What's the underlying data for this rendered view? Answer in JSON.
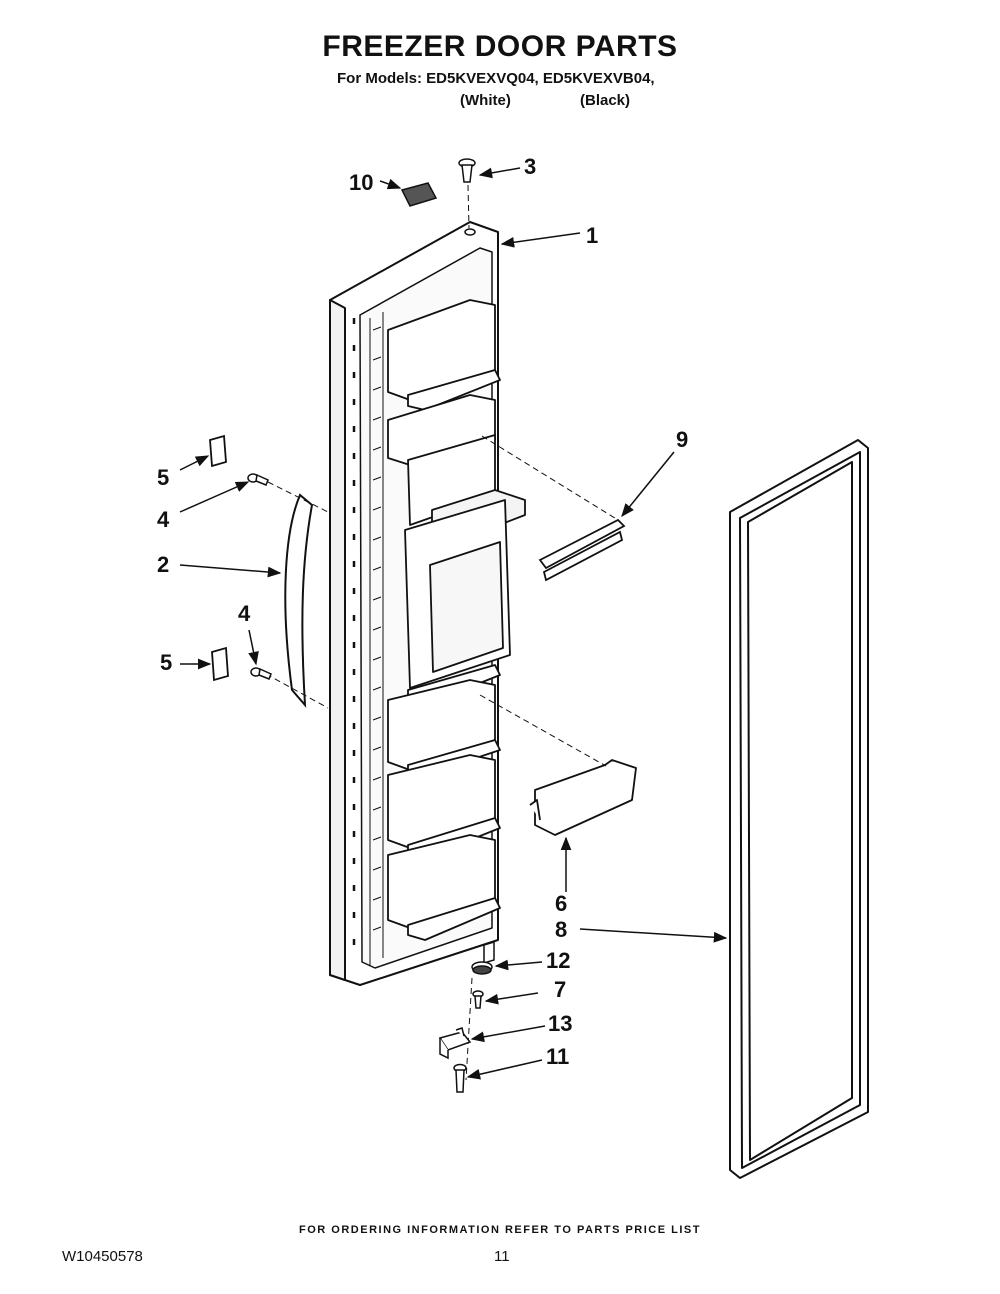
{
  "header": {
    "title": "FREEZER DOOR PARTS",
    "models_line": "For Models: ED5KVEXVQ04, ED5KVEXVB04,",
    "color_white": "(White)",
    "color_black": "(Black)"
  },
  "callouts": {
    "c1": "1",
    "c2": "2",
    "c3": "3",
    "c4a": "4",
    "c4b": "4",
    "c5a": "5",
    "c5b": "5",
    "c6": "6",
    "c7": "7",
    "c8": "8",
    "c9": "9",
    "c10": "10",
    "c11": "11",
    "c12": "12",
    "c13": "13"
  },
  "footer": {
    "ordering_note": "FOR ORDERING INFORMATION REFER TO PARTS PRICE LIST",
    "doc_number": "W10450578",
    "page_number": "11"
  }
}
